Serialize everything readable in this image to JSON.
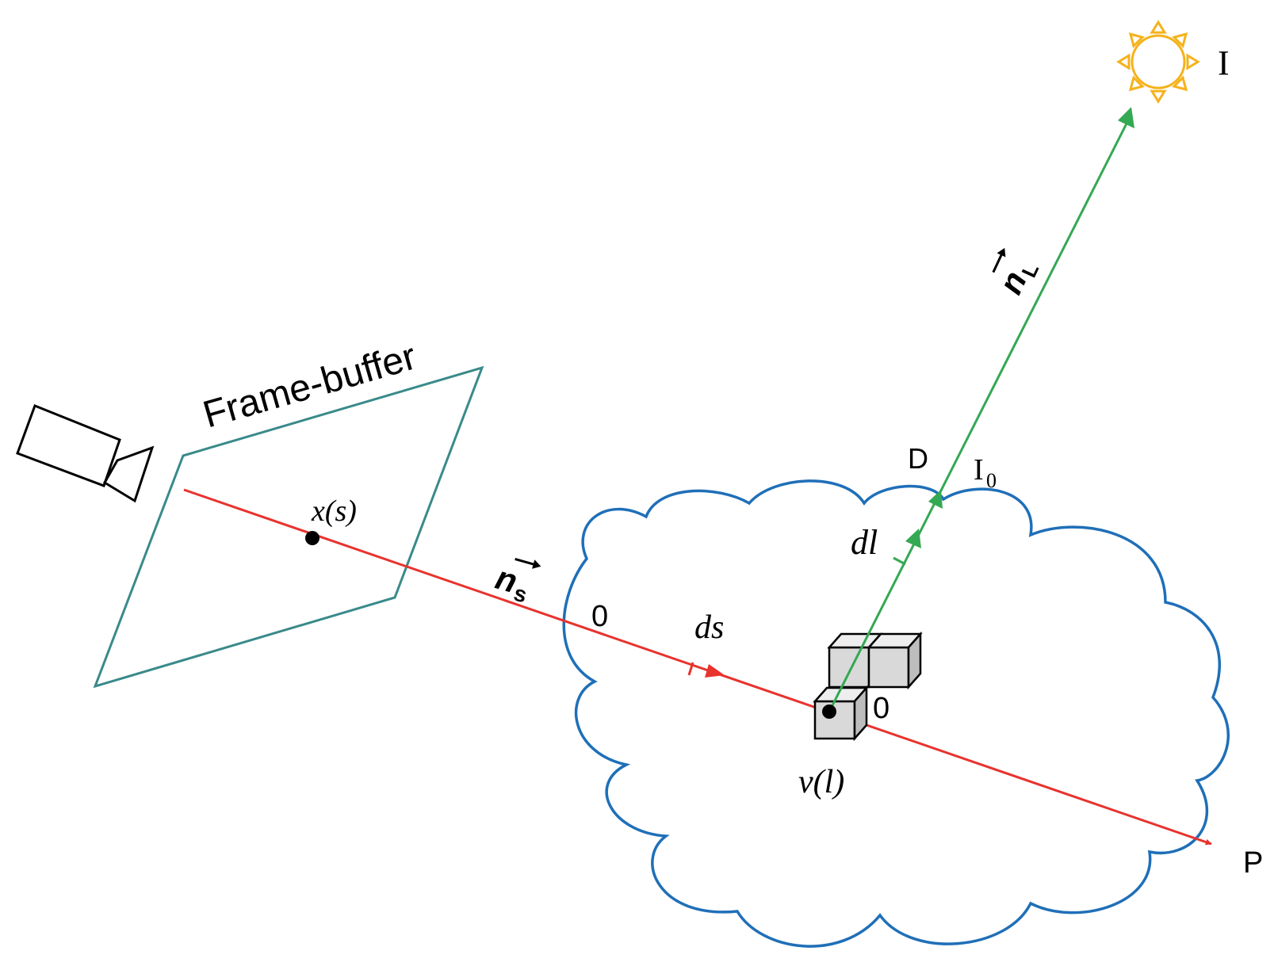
{
  "labels": {
    "frame_buffer": "Frame-buffer",
    "x_s": "x(s)",
    "n_s_base": "n",
    "n_s_sub": "s",
    "n_l_base": "n",
    "n_l_sub": "L",
    "zero_ray": "0",
    "ds": "ds",
    "zero_voxel": "0",
    "v_l": "v(l)",
    "dl": "dl",
    "D": "D",
    "I0_base": "I",
    "I0_sub": "0",
    "I": "I",
    "P": "P"
  },
  "colors": {
    "view_ray": "#e8332e",
    "light_ray": "#34a853",
    "cloud_outline": "#1f6fb8",
    "frame_outline": "#3a8a8a",
    "sun": "#f5b21b",
    "voxel_fill": "#d9d9d9",
    "ink": "#000000"
  },
  "icons": [
    "camera-icon",
    "sun-icon"
  ]
}
